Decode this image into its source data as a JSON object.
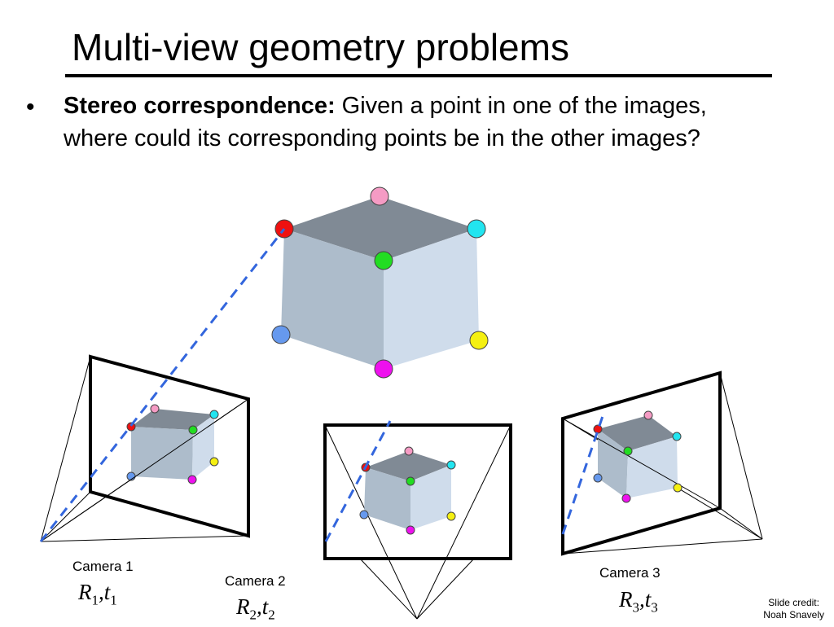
{
  "slide": {
    "title": "Multi-view geometry problems",
    "bullet_label": "Stereo correspondence:",
    "bullet_text": " Given a point in one of the images, where could its corresponding points be in the other images?"
  },
  "cameras": [
    {
      "label": "Camera 1",
      "rotation": "R",
      "translation": "t",
      "index": "1"
    },
    {
      "label": "Camera 2",
      "rotation": "R",
      "translation": "t",
      "index": "2"
    },
    {
      "label": "Camera 3",
      "rotation": "R",
      "translation": "t",
      "index": "3"
    }
  ],
  "credit": {
    "line1": "Slide credit:",
    "line2": "Noah Snavely"
  },
  "colors": {
    "cube_top": "#808a95",
    "cube_left": "#adbccb",
    "cube_right": "#cfdceb",
    "epipolar_line": "#3366dd",
    "vertex_red": "#ee1111",
    "vertex_pink": "#f59bc4",
    "vertex_cyan": "#22e5f0",
    "vertex_green": "#22dd22",
    "vertex_blue": "#6699ee",
    "vertex_yellow": "#f5f011",
    "vertex_magenta": "#ee11ee"
  }
}
